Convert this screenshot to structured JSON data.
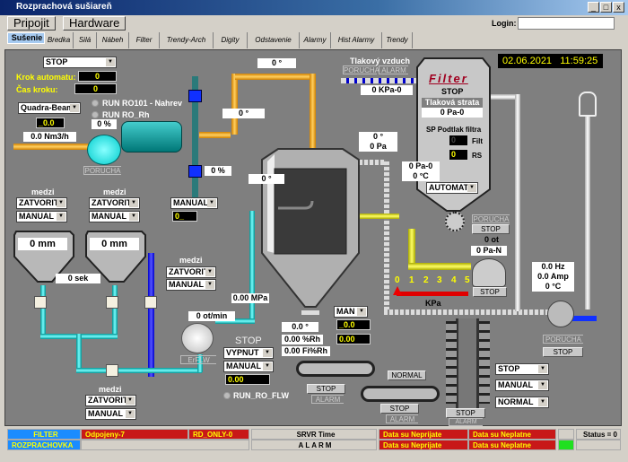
{
  "window": {
    "title": "Rozprachová sušiareň",
    "min": "_",
    "max": "□",
    "close": "x"
  },
  "toolbar": {
    "connect": "Pripojit",
    "hardware": "Hardware",
    "login_label": "Login:",
    "login_value": ""
  },
  "tabs": [
    "Sušenie",
    "Bredka",
    "Silá",
    "Nábeh",
    "Filter",
    "Trendy-Arch",
    "Digity",
    "Odstavenie",
    "Alarmy",
    "Hist Alarmy",
    "Trendy"
  ],
  "heater": {
    "mode": "STOP",
    "step_label": "Krok automatu:",
    "step_value": "0",
    "time_label": "Čas kroku:",
    "time_value": "0",
    "burner": "Quadra-Beam",
    "run1": "RUN RO101 - Nahrev",
    "run2": "RUN RO_Rh",
    "setpoint": "_0.0",
    "pct": "0 %",
    "flow": "0.0 Nm3/h",
    "fault": "PORUCHA",
    "valve_pct": "0 %",
    "valve_mode": "MANUAL",
    "valve_set": "0_"
  },
  "temps": {
    "top": "0 °",
    "mid": "0 °",
    "dryer": "0 °",
    "outlet_temp": "0 °",
    "outlet_pa": "0 Pa",
    "filter_in_pa": "0 Pa-0",
    "filter_in_temp": "0 °C"
  },
  "air": {
    "title": "Tlakový vzduch",
    "fault": "PORUCHA",
    "alarm": "ALARM",
    "pressure": "0 KPa-0"
  },
  "filter": {
    "title": "Filter",
    "state": "STOP",
    "loss_label": "Tlaková strata",
    "loss_value": "0 Pa-0",
    "sp_label": "SP Podtlak filtra",
    "filt_value": "0",
    "filt_label": "Filt",
    "rs_value": "0",
    "rs_label": "RS",
    "mode": "AUTOMAT"
  },
  "clock": {
    "date": "02.06.2021",
    "time": "11:59:25"
  },
  "rotary": {
    "fault": "PORUCHA",
    "stop": "STOP",
    "speed": "0 ot",
    "pressure": "0 Pa-N",
    "fan_stop": "STOP"
  },
  "scale": {
    "ticks": [
      "0",
      "1",
      "2",
      "3",
      "4",
      "5"
    ],
    "unit": "KPa",
    "value": 0
  },
  "blower": {
    "hz": "0.0  Hz",
    "amp": "0.0 Amp",
    "temp": "0 °C",
    "fault": "PORUCHA",
    "stop": "STOP"
  },
  "screw": {
    "mode1": "STOP",
    "mode2": "MANUAL",
    "mode3": "NORMAL",
    "stop": "STOP",
    "alarm": "ALARM"
  },
  "humidity": {
    "mode": "MAN",
    "set": "_0.0",
    "value": "0.00",
    "temp": "0.0 °",
    "rh": "0.00 %Rh",
    "firh": "0.00 Fi%Rh"
  },
  "conveyor1": {
    "stop": "STOP",
    "alarm": "ALARM"
  },
  "conveyor2": {
    "normal": "NORMAL",
    "stop": "STOP",
    "alarm": "ALARM"
  },
  "feed_pump": {
    "state": "STOP",
    "onoff": "VYPNUT",
    "mode": "MANUAL",
    "value": "0.00",
    "run": "RUN_RO_FLW",
    "speed": "0 ot/min",
    "fault": "ErFLW",
    "pressure": "0.00 MPa"
  },
  "tanks": {
    "limits_label": "medzi",
    "close": "ZATVORIT",
    "manual": "MANUAL",
    "level1": "0 mm",
    "level2": "0 mm",
    "time": "0 sek"
  },
  "status": {
    "filter": "FILTER",
    "plant": "ROZPRACHOVKA",
    "disconnected": "Odpojeny-7",
    "readonly": "RD_ONLY-0",
    "srvr": "SRVR Time",
    "alarm": "ALARM",
    "not_received": "Data su Neprijate",
    "invalid": "Data su Neplatne",
    "status": "Status = 0"
  }
}
